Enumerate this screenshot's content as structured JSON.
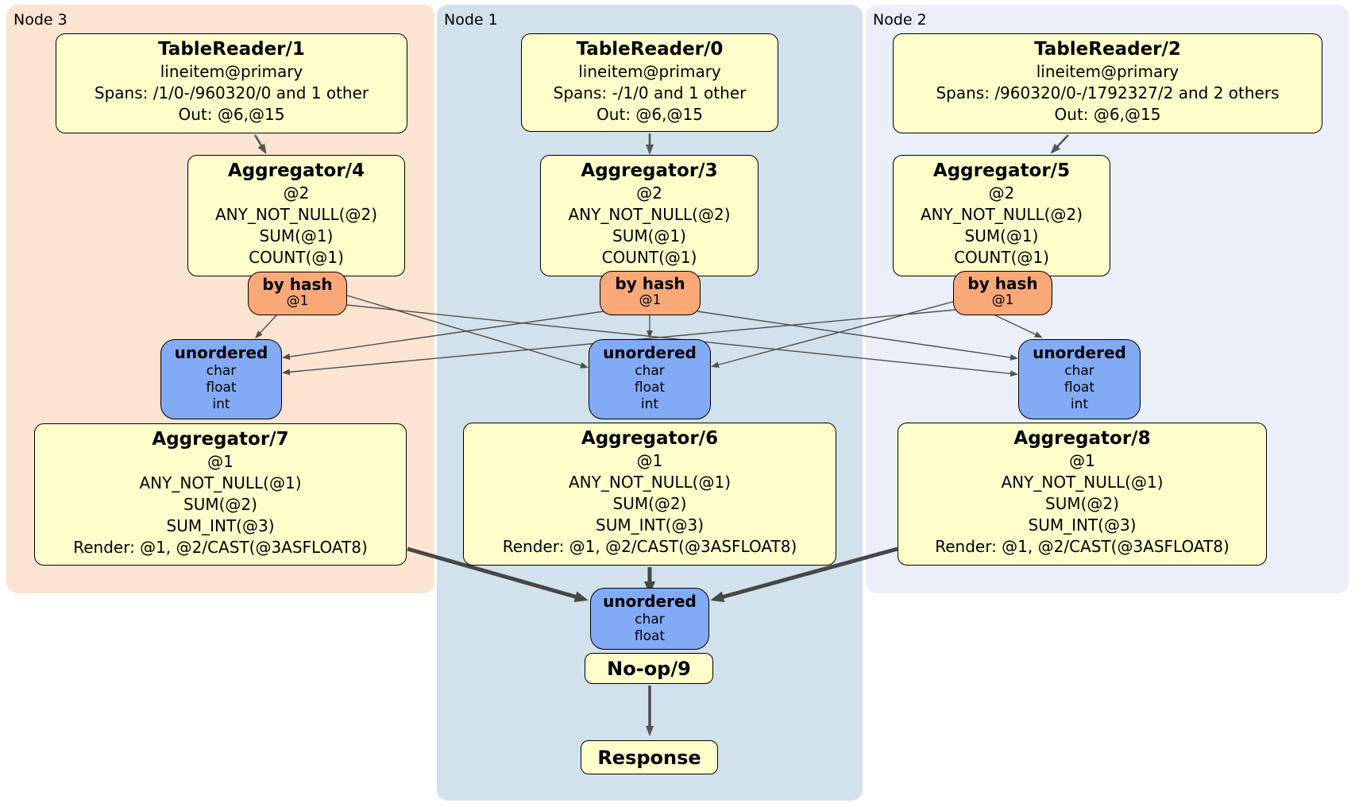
{
  "panels": [
    {
      "label": "Node 3"
    },
    {
      "label": "Node 1"
    },
    {
      "label": "Node 2"
    }
  ],
  "colors": {
    "panel_node3": "#fce4d3",
    "panel_node1": "#d2e2ec",
    "panel_node2": "#eaeffa",
    "processor_fill": "#ffffcc",
    "router_fill": "#f9a878",
    "sync_fill": "#82aaf5",
    "edge_thin": "#4f4f4f",
    "edge_medium": "#555555",
    "edge_thick": "#474747",
    "border": "#000000"
  },
  "processors": {
    "tr1": {
      "title": "TableReader/1",
      "lines": [
        "lineitem@primary",
        "Spans: /1/0-/960320/0 and 1 other",
        "Out: @6,@15"
      ]
    },
    "tr0": {
      "title": "TableReader/0",
      "lines": [
        "lineitem@primary",
        "Spans: -/1/0 and 1 other",
        "Out: @6,@15"
      ]
    },
    "tr2": {
      "title": "TableReader/2",
      "lines": [
        "lineitem@primary",
        "Spans: /960320/0-/1792327/2 and 2 others",
        "Out: @6,@15"
      ]
    },
    "agg4": {
      "title": "Aggregator/4",
      "lines": [
        "@2",
        "ANY_NOT_NULL(@2)",
        "SUM(@1)",
        "COUNT(@1)"
      ]
    },
    "agg3": {
      "title": "Aggregator/3",
      "lines": [
        "@2",
        "ANY_NOT_NULL(@2)",
        "SUM(@1)",
        "COUNT(@1)"
      ]
    },
    "agg5": {
      "title": "Aggregator/5",
      "lines": [
        "@2",
        "ANY_NOT_NULL(@2)",
        "SUM(@1)",
        "COUNT(@1)"
      ]
    },
    "router4": {
      "title": "by hash",
      "key": "@1"
    },
    "router3": {
      "title": "by hash",
      "key": "@1"
    },
    "router5": {
      "title": "by hash",
      "key": "@1"
    },
    "sync7": {
      "title": "unordered",
      "streams": [
        "char",
        "float",
        "int"
      ]
    },
    "sync6": {
      "title": "unordered",
      "streams": [
        "char",
        "float",
        "int"
      ]
    },
    "sync8": {
      "title": "unordered",
      "streams": [
        "char",
        "float",
        "int"
      ]
    },
    "agg7": {
      "title": "Aggregator/7",
      "lines": [
        "@1",
        "ANY_NOT_NULL(@1)",
        "SUM(@2)",
        "SUM_INT(@3)",
        "Render: @1, @2/CAST(@3ASFLOAT8)"
      ]
    },
    "agg6": {
      "title": "Aggregator/6",
      "lines": [
        "@1",
        "ANY_NOT_NULL(@1)",
        "SUM(@2)",
        "SUM_INT(@3)",
        "Render: @1, @2/CAST(@3ASFLOAT8)"
      ]
    },
    "agg8": {
      "title": "Aggregator/8",
      "lines": [
        "@1",
        "ANY_NOT_NULL(@1)",
        "SUM(@2)",
        "SUM_INT(@3)",
        "Render: @1, @2/CAST(@3ASFLOAT8)"
      ]
    },
    "sync9": {
      "title": "unordered",
      "streams": [
        "char",
        "float"
      ]
    },
    "noop9": {
      "title": "No-op/9"
    },
    "response": {
      "title": "Response"
    }
  }
}
